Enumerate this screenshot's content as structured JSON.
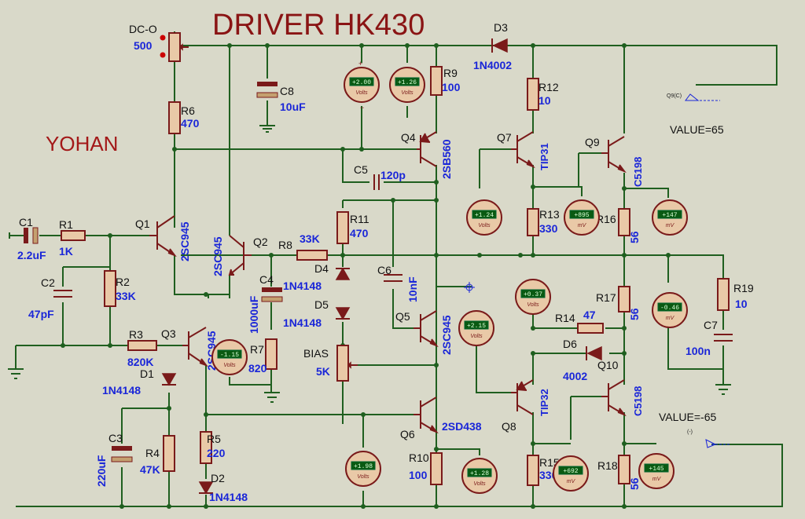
{
  "title": "DRIVER HK430",
  "author": "YOHAN",
  "labels": {
    "dco": "DC-O",
    "dco_val": "500",
    "c8": "C8",
    "c8_val": "10uF",
    "r6": "R6",
    "r6_val": "470",
    "r9": "R9",
    "r9_val": "100",
    "d3": "D3",
    "d3_val": "1N4002",
    "r12": "R12",
    "r12_val": "10",
    "q9c": "Q9(C)",
    "value_pos": "VALUE=65",
    "q4": "Q4",
    "q4_val": "2SB560",
    "q7": "Q7",
    "q7_val": "TIP31",
    "q9": "Q9",
    "q9_val": "C5198",
    "c5": "C5",
    "c5_val": "120p",
    "c1": "C1",
    "c1_val": "2.2uF",
    "r1": "R1",
    "r1_val": "1K",
    "q1": "Q1",
    "q1_val": "2SC945",
    "q2": "Q2",
    "q2_val": "2SC945",
    "r8": "R8",
    "r8_val": "33K",
    "r11": "R11",
    "r11_val": "470",
    "r13": "R13",
    "r13_val": "330",
    "r16": "R16",
    "r16_val": "56",
    "c2": "C2",
    "c2_val": "47pF",
    "r2": "R2",
    "r2_val": "33K",
    "c4": "C4",
    "c4_val": "1000uF",
    "d4": "D4",
    "d4_val": "1N4148",
    "d5": "D5",
    "d5_val": "1N4148",
    "c6": "C6",
    "c6_val": "10nF",
    "r19": "R19",
    "r19_val": "10",
    "r17": "R17",
    "r17_val": "56",
    "r14": "R14",
    "r14_val": "47",
    "c7": "C7",
    "c7_val": "100n",
    "r3": "R3",
    "r3_val": "820K",
    "q3": "Q3",
    "q3_val": "2SC945",
    "q5": "Q5",
    "q5_val": "2SC945",
    "d6": "D6",
    "d6_val": "4002",
    "q10": "Q10",
    "bias": "BIAS",
    "bias_val": "5K",
    "r7": "R7",
    "r7_val": "820",
    "d1": "D1",
    "d1_val": "1N4148",
    "q8": "Q8",
    "q8_val": "TIP32",
    "q10_val": "C5198",
    "value_neg": "VALUE=-65",
    "q6": "Q6",
    "q6_val": "2SD438",
    "c3": "C3",
    "c3_val": "220uF",
    "r4": "R4",
    "r4_val": "47K",
    "r5": "R5",
    "r5_val": "220",
    "d2": "D2",
    "d2_val": "1N4148",
    "r10": "R10",
    "r10_val": "100",
    "r15": "R15",
    "r15_val": "330",
    "r18": "R18",
    "r18_val": "56",
    "minus_label": "(-)"
  },
  "meters": [
    {
      "id": "m1",
      "value": "+2.00",
      "unit": "Volts"
    },
    {
      "id": "m2",
      "value": "+1.26",
      "unit": "Volts"
    },
    {
      "id": "m3",
      "value": "+1.24",
      "unit": "Volts"
    },
    {
      "id": "m4",
      "value": "+895",
      "unit": "mV"
    },
    {
      "id": "m5",
      "value": "+147",
      "unit": "mV"
    },
    {
      "id": "m6",
      "value": "+0.37",
      "unit": "Volts"
    },
    {
      "id": "m7",
      "value": "-0.46",
      "unit": "mV"
    },
    {
      "id": "m8",
      "value": "+2.15",
      "unit": "Volts"
    },
    {
      "id": "m9",
      "value": "-1.15",
      "unit": "Volts"
    },
    {
      "id": "m10",
      "value": "+1.98",
      "unit": "Volts"
    },
    {
      "id": "m11",
      "value": "+1.28",
      "unit": "Volts"
    },
    {
      "id": "m12",
      "value": "+692",
      "unit": "mV"
    },
    {
      "id": "m13",
      "value": "+145",
      "unit": "mV"
    }
  ]
}
